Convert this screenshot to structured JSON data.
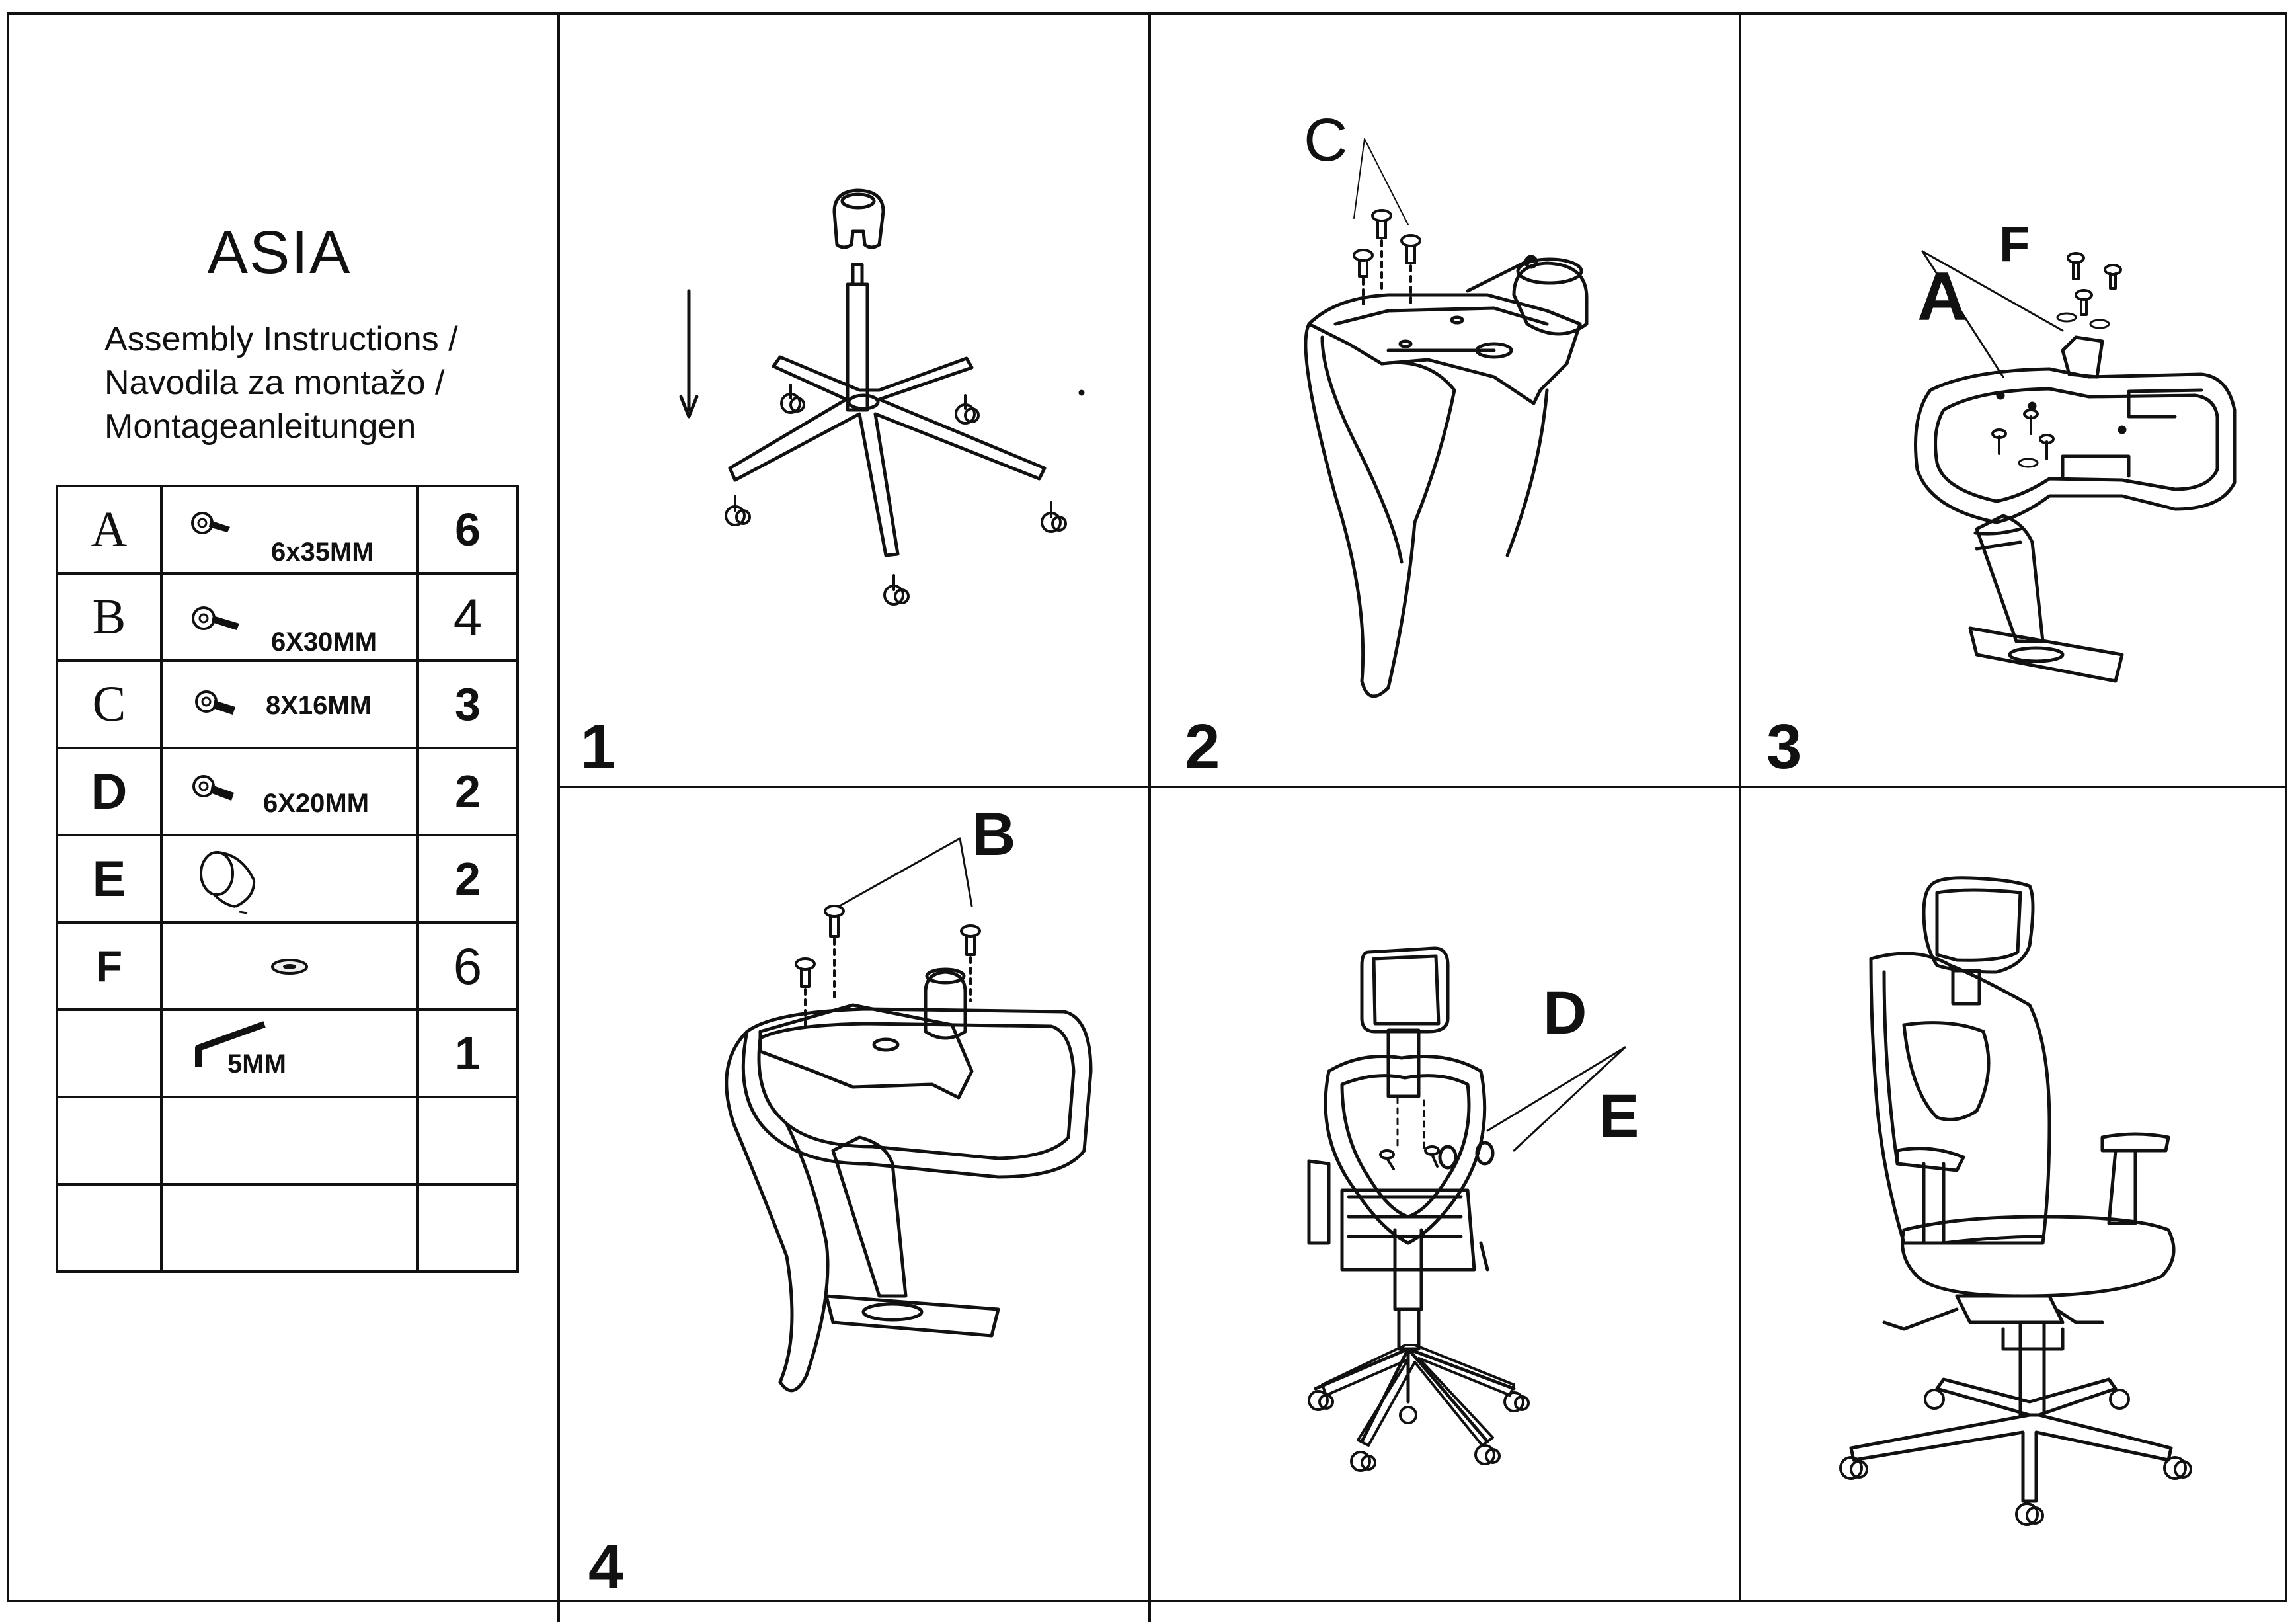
{
  "title": "ASIA",
  "subtitle_lines": [
    "Assembly Instructions /",
    "Navodila za montažo /",
    "Montageanleitungen"
  ],
  "parts": [
    {
      "code": "A",
      "size": "6x35MM",
      "qty": "6",
      "icon": "bolt-icon"
    },
    {
      "code": "B",
      "size": "6X30MM",
      "qty": "4",
      "icon": "bolt-icon"
    },
    {
      "code": "C",
      "size": "8X16MM",
      "qty": "3",
      "icon": "bolt-icon"
    },
    {
      "code": "D",
      "size": "6X20MM",
      "qty": "2",
      "icon": "bolt-icon"
    },
    {
      "code": "E",
      "size": "",
      "qty": "2",
      "icon": "sleeve-icon"
    },
    {
      "code": "F",
      "size": "",
      "qty": "6",
      "icon": "washer-icon"
    },
    {
      "code": "",
      "size": "5MM",
      "qty": "1",
      "icon": "allen-key-icon"
    },
    {
      "code": "",
      "size": "",
      "qty": ""
    },
    {
      "code": "",
      "size": "",
      "qty": ""
    }
  ],
  "steps": [
    {
      "number": "1"
    },
    {
      "number": "2",
      "callouts": [
        "C"
      ]
    },
    {
      "number": "3",
      "callouts": [
        "A",
        "F"
      ]
    },
    {
      "number": "4",
      "callouts": [
        "B"
      ]
    },
    {
      "number": "",
      "callouts": [
        "D",
        "E"
      ]
    },
    {
      "number": ""
    }
  ]
}
